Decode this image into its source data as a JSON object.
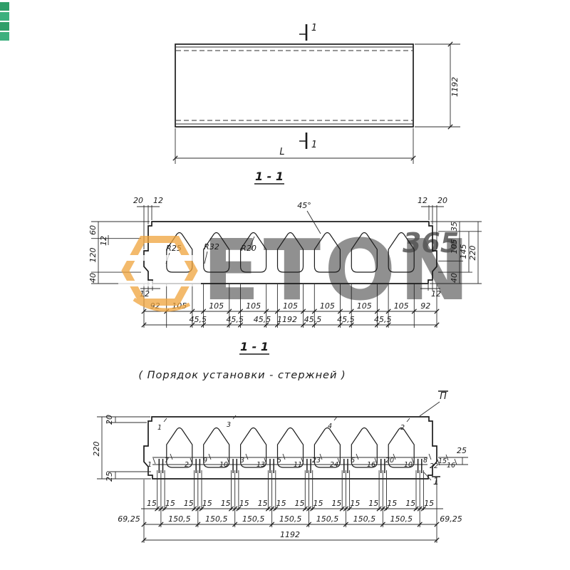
{
  "watermark": {
    "brand_text": "ETON",
    "badge_text": "365",
    "accent_color": "#f0a43c",
    "text_color": "#bcc0c6"
  },
  "edge_artifacts": {
    "colors": [
      "#2f9e68",
      "#3db07e",
      "#2f9e68",
      "#3db07e"
    ]
  },
  "plan_view": {
    "section_mark_top": "1",
    "section_mark_bottom": "1",
    "dim_width_total": "1192",
    "dim_length": "L"
  },
  "section_view": {
    "title": "1 - 1",
    "dims_top_left": [
      "20",
      "12"
    ],
    "dims_top_right": [
      "12",
      "20"
    ],
    "angle_label": "45°",
    "radius_labels": [
      "R25",
      "R32",
      "R20"
    ],
    "dims_left_vertical": [
      "60",
      "120",
      "40"
    ],
    "dim_left_small": "12",
    "dims_right_vertical": [
      "35",
      "105",
      "145",
      "220",
      "40"
    ],
    "dim_bottom_step_left": "12",
    "dim_bottom_step_right": "12",
    "dims_row1": [
      "92",
      "105",
      "105",
      "105",
      "105",
      "105",
      "105",
      "105",
      "92"
    ],
    "dims_row2": [
      "45,5",
      "45,5",
      "45,5",
      "45,5",
      "45,5",
      "45,5"
    ],
    "dim_total": "1192"
  },
  "rebar_view": {
    "title": "1 - 1",
    "subtitle": "( Порядок  установки - стержней )",
    "dims_left_vertical": [
      "20",
      "220",
      "25"
    ],
    "dim_right": "25",
    "mark_top_right": "П",
    "mark_bottom_right": "1",
    "top_bar_numbers": [
      "1",
      "3",
      "4",
      "2"
    ],
    "bar_numbers": [
      "1",
      "7",
      "2",
      "9",
      "10",
      "3",
      "13",
      "5",
      "11",
      "23",
      "24",
      "6",
      "16",
      "20",
      "10",
      "8",
      "22",
      "15",
      "16"
    ],
    "dims_row1": [
      "15",
      "15",
      "15",
      "15",
      "15",
      "15",
      "15",
      "15",
      "15",
      "15",
      "15",
      "15",
      "15",
      "15",
      "15",
      "15"
    ],
    "dims_row2": [
      "69,25",
      "150,5",
      "150,5",
      "150,5",
      "150,5",
      "150,5",
      "150,5",
      "150,5",
      "69,25"
    ],
    "dim_total": "1192"
  }
}
